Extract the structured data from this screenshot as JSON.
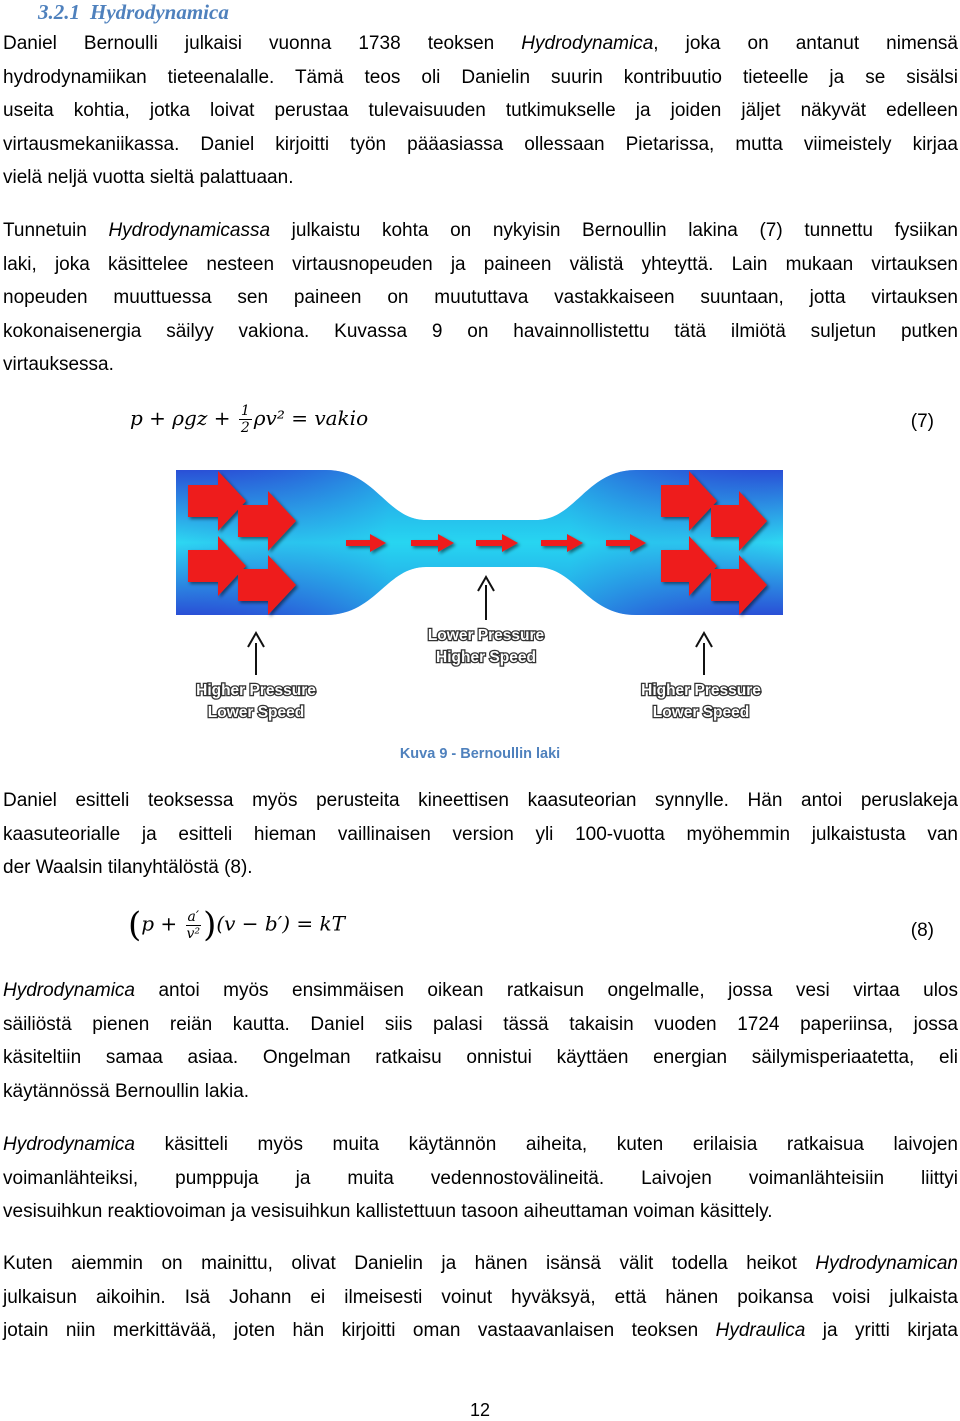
{
  "heading": {
    "number": "3.2.1",
    "title": "Hydrodynamica"
  },
  "p1": [
    [
      "Daniel Bernoulli julkaisi vuonna 1738 teoksen ",
      {
        "i": "Hydrodynamica"
      },
      ", joka on antanut nimensä"
    ],
    [
      "hydrodynamiikan tieteenalalle. Tämä teos oli Danielin suurin kontribuutio tieteelle ja se sisälsi"
    ],
    [
      "useita kohtia, jotka loivat perustaa tulevaisuuden tutkimukselle ja joiden jäljet näkyvät edelleen"
    ],
    [
      "virtausmekaniikassa. Daniel kirjoitti työn pääasiassa ollessaan Pietarissa, mutta viimeistely kirjaa"
    ],
    [
      "vielä neljä vuotta sieltä palattuaan."
    ]
  ],
  "p2": [
    [
      "Tunnetuin ",
      {
        "i": "Hydrodynamicassa"
      },
      " julkaistu kohta on nykyisin Bernoullin lakina (7) tunnettu fysiikan"
    ],
    [
      "laki, joka käsittelee nesteen virtausnopeuden ja paineen välistä yhteyttä. Lain mukaan virtauksen"
    ],
    [
      "nopeuden muuttuessa sen paineen on muututtava vastakkaiseen suuntaan, jotta virtauksen"
    ],
    [
      "kokonaisenergia säilyy vakiona. Kuvassa 9 on havainnollistettu tätä ilmiötä suljetun putken"
    ],
    [
      "virtauksessa."
    ]
  ],
  "eq7": {
    "left": "p + ρgz + ",
    "frac_num": "1",
    "frac_den": "2",
    "right": "ρv² = vakio",
    "number": "(7)"
  },
  "figure": {
    "left_label_1": "Higher Pressure",
    "left_label_2": "Lower Speed",
    "mid_label_1": "Lower Pressure",
    "mid_label_2": "Higher Speed",
    "right_label_1": "Higher Pressure",
    "right_label_2": "Lower Speed",
    "colors": {
      "pipe_outer": "#2a4fd6",
      "pipe_center": "#22d3f0",
      "arrow": "#ee1c1c"
    }
  },
  "caption": "Kuva 9 - Bernoullin laki",
  "p3": [
    [
      "Daniel esitteli teoksessa myös perusteita kineettisen kaasuteorian synnylle. Hän antoi peruslakeja"
    ],
    [
      "kaasuteorialle ja esitteli hieman vaillinaisen version yli 100-vuotta myöhemmin julkaistusta van"
    ],
    [
      "der Waalsin tilanyhtälöstä (8)."
    ]
  ],
  "eq8": {
    "p": "p + ",
    "frac_num": "a′",
    "frac_den": "v²",
    "rest": "(v − b′) = kT",
    "number": "(8)"
  },
  "p4": [
    [
      {
        "i": "Hydrodynamica"
      },
      " antoi myös ensimmäisen oikean ratkaisun ongelmalle, jossa vesi virtaa ulos"
    ],
    [
      "säiliöstä pienen reiän kautta. Daniel siis palasi tässä takaisin vuoden 1724 paperiinsa, jossa"
    ],
    [
      "käsiteltiin samaa asiaa. Ongelman ratkaisu onnistui käyttäen energian säilymisperiaatetta, eli"
    ],
    [
      "käytännössä Bernoullin lakia."
    ]
  ],
  "p5": [
    [
      {
        "i": "Hydrodynamica"
      },
      " käsitteli myös muita käytännön aiheita, kuten erilaisia ratkaisua laivojen"
    ],
    [
      "voimanlähteiksi, pumppuja ja muita vedennostovälineitä. Laivojen voimanlähteisiin liittyi"
    ],
    [
      "vesisuihkun reaktiovoiman ja vesisuihkun kallistettuun tasoon aiheuttaman voiman käsittely."
    ]
  ],
  "p6": [
    [
      "Kuten aiemmin on mainittu, olivat Danielin ja hänen isänsä välit todella heikot ",
      {
        "i": "Hydrodynamican"
      }
    ],
    [
      "julkaisun aikoihin. Isä Johann ei ilmeisesti voinut hyväksyä, että hänen poikansa voisi julkaista"
    ],
    [
      "jotain niin merkittävää, joten hän kirjoitti oman vastaavanlaisen teoksen ",
      {
        "i": "Hydraulica"
      },
      " ja yritti kirjata"
    ]
  ],
  "page_number": "12"
}
